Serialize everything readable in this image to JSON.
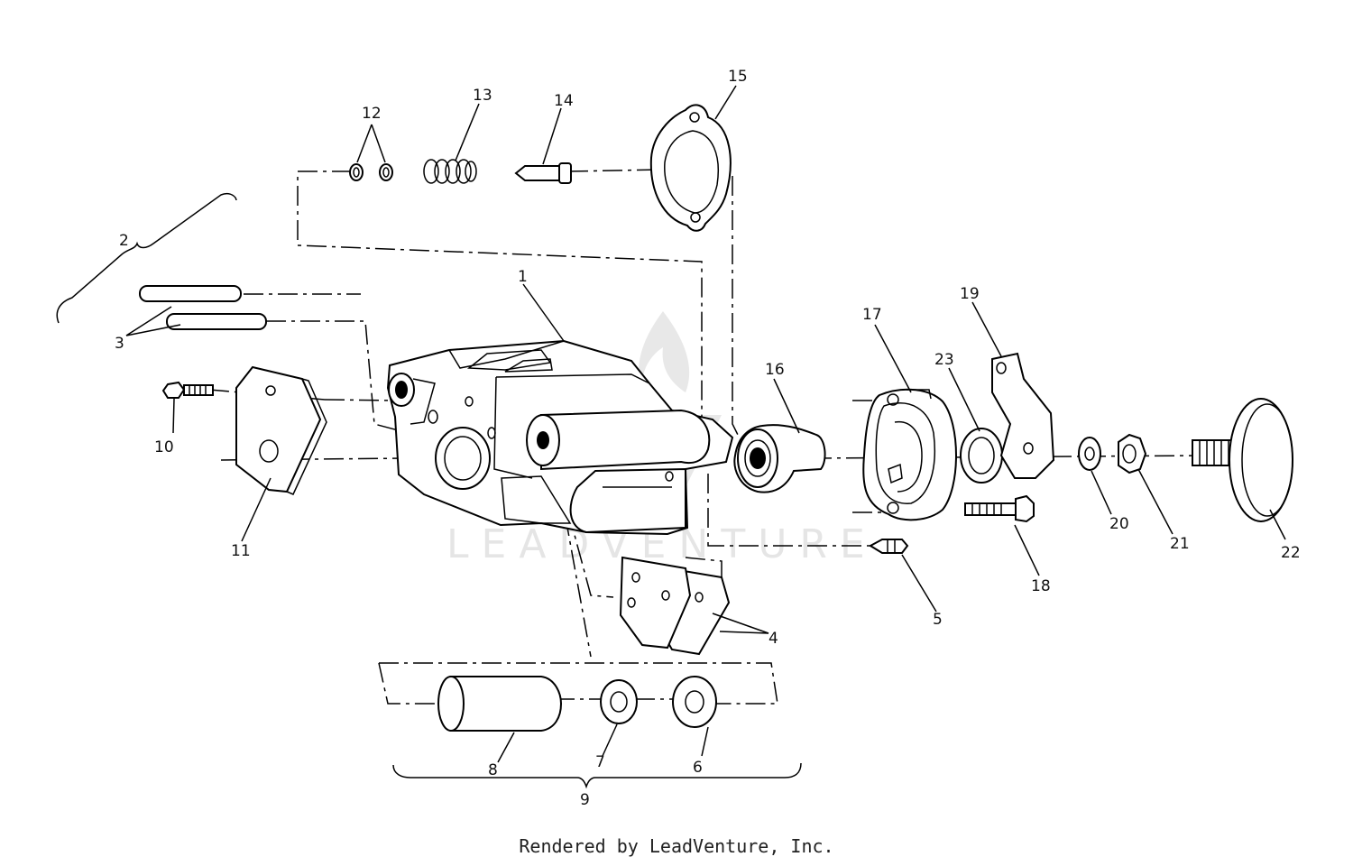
{
  "callouts": {
    "n1": "1",
    "n2": "2",
    "n3": "3",
    "n4": "4",
    "n5": "5",
    "n6": "6",
    "n7": "7",
    "n8": "8",
    "n9": "9",
    "n10": "10",
    "n11": "11",
    "n12": "12",
    "n13": "13",
    "n14": "14",
    "n15": "15",
    "n16": "16",
    "n17": "17",
    "n18": "18",
    "n19": "19",
    "n20": "20",
    "n21": "21",
    "n22": "22",
    "n23": "23"
  },
  "watermark": {
    "text": "LEADVENTURE"
  },
  "footer": {
    "credit": "Rendered by LeadVenture, Inc."
  }
}
